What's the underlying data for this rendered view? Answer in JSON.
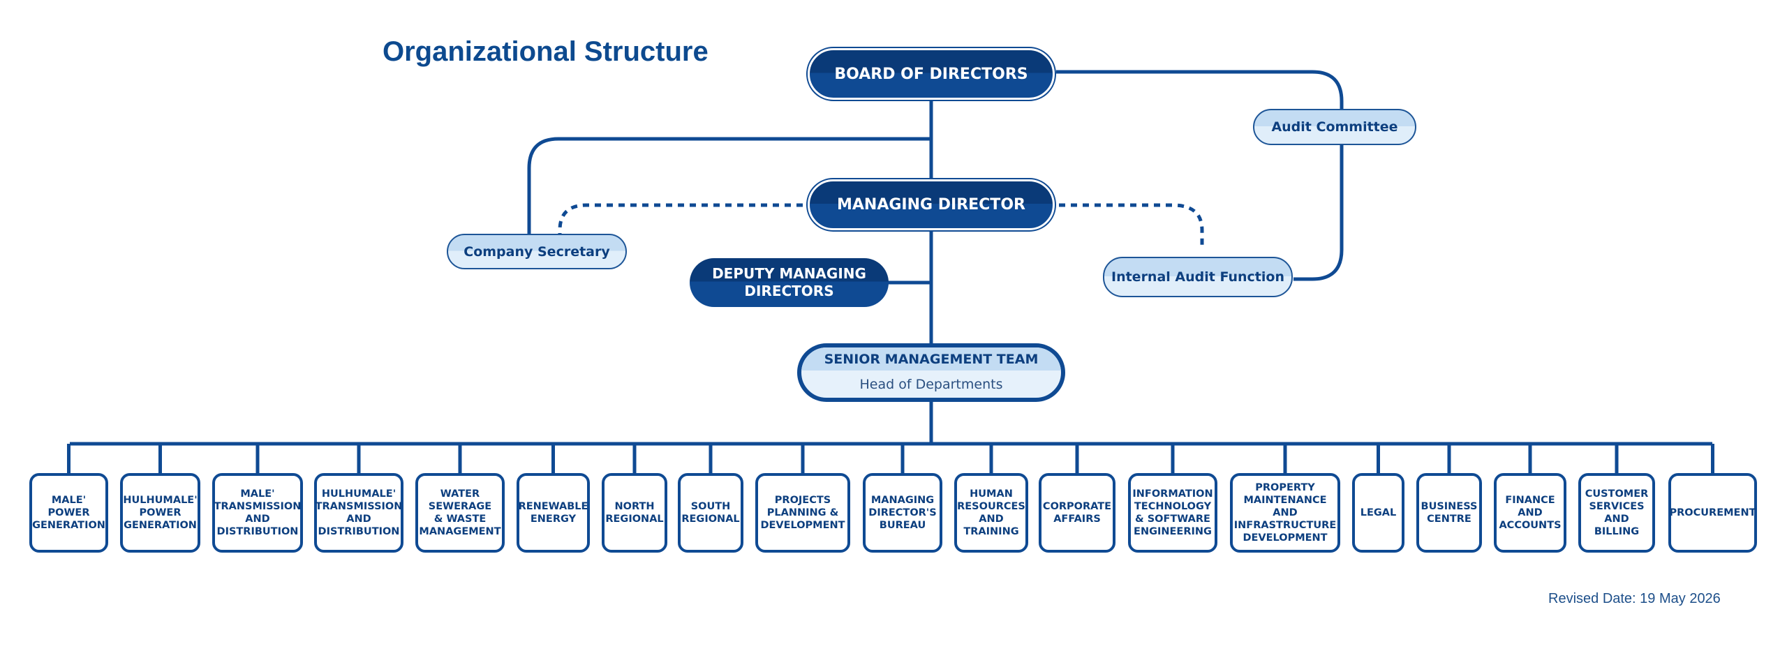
{
  "title": "Organizational Structure",
  "colors": {
    "primary": "#0f4a93",
    "dark": "#0a3a78",
    "light": "#c3dcf3",
    "text": "#0d3f7f"
  },
  "nodes": {
    "board": "BOARD OF DIRECTORS",
    "audit_committee": "Audit Committee",
    "managing_director": "MANAGING DIRECTOR",
    "company_secretary": "Company Secretary",
    "internal_audit": "Internal Audit Function",
    "deputy_md": "DEPUTY MANAGING\nDIRECTORS",
    "smt_title": "SENIOR MANAGEMENT TEAM",
    "smt_subtitle": "Head of Departments"
  },
  "departments": [
    "MALE'\nPOWER\nGENERATION",
    "HULHUMALE'\nPOWER\nGENERATION",
    "MALE'\nTRANSMISSION\nAND\nDISTRIBUTION",
    "HULHUMALE'\nTRANSMISSION\nAND\nDISTRIBUTION",
    "WATER\nSEWERAGE\n& WASTE\nMANAGEMENT",
    "RENEWABLE\nENERGY",
    "NORTH\nREGIONAL",
    "SOUTH\nREGIONAL",
    "PROJECTS\nPLANNING &\nDEVELOPMENT",
    "MANAGING\nDIRECTOR'S\nBUREAU",
    "HUMAN\nRESOURCES\nAND\nTRAINING",
    "CORPORATE\nAFFAIRS",
    "INFORMATION\nTECHNOLOGY\n& SOFTWARE\nENGINEERING",
    "PROPERTY\nMAINTENANCE\nAND\nINFRASTRUCTURE\nDEVELOPMENT",
    "LEGAL",
    "BUSINESS\nCENTRE",
    "FINANCE\nAND\nACCOUNTS",
    "CUSTOMER\nSERVICES\nAND BILLING",
    "PROCUREMENT"
  ],
  "revised": "Revised Date: 19 May 2026"
}
